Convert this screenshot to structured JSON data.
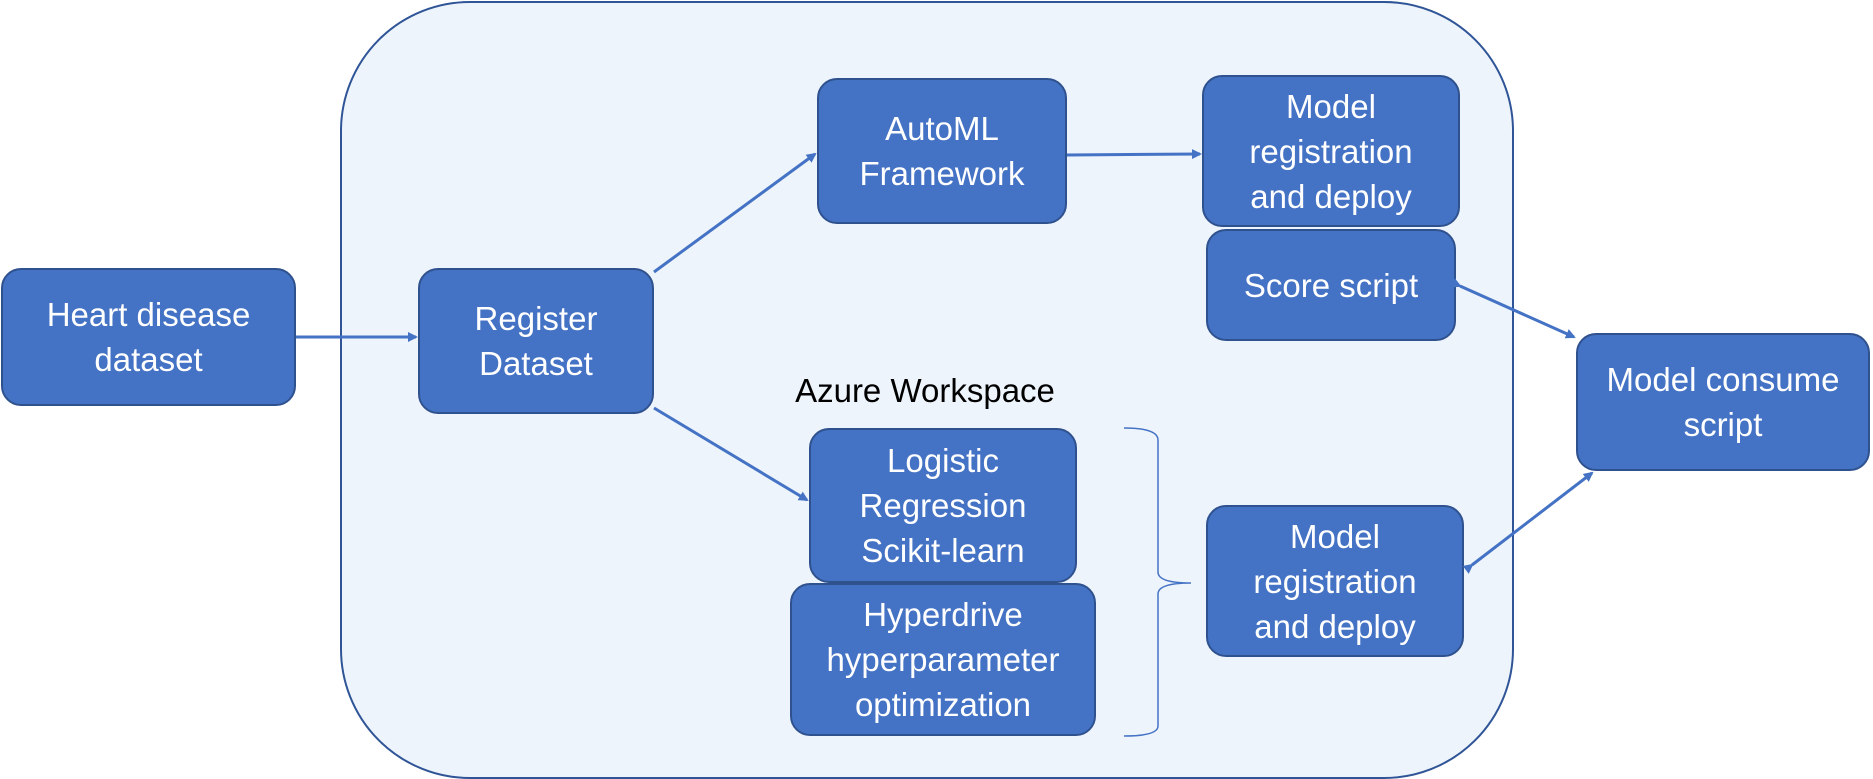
{
  "diagram": {
    "workspace_label": "Azure Workspace",
    "nodes": {
      "heart_disease_dataset": "Heart disease\ndataset",
      "register_dataset": "Register\nDataset",
      "automl_framework": "AutoML\nFramework",
      "model_registration_top": "Model\nregistration\nand deploy",
      "score_script": "Score script",
      "logistic_regression": "Logistic\nRegression\nScikit-learn",
      "hyperdrive": "Hyperdrive\nhyperparameter\noptimization",
      "model_registration_bottom": "Model\nregistration\nand deploy",
      "model_consume_script": "Model consume\nscript"
    },
    "colors": {
      "node_fill": "#4472c4",
      "node_border": "#2f528f",
      "workspace_fill": "#eef4fc",
      "workspace_border": "#2f5597",
      "arrow": "#4472c4"
    }
  }
}
